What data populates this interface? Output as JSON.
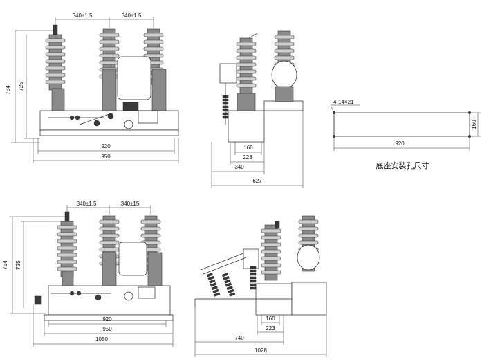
{
  "caption": "底座安装孔尺寸",
  "views": {
    "front_top": {
      "pitch_1": "340±1.5",
      "pitch_2": "340±1.5",
      "height_outer": "754",
      "height_inner": "725",
      "width_inner": "920",
      "width_outer": "950"
    },
    "side_top": {
      "w_160": "160",
      "w_223": "223",
      "w_340": "340",
      "w_627": "627"
    },
    "base_plan": {
      "holes": "4-14×21",
      "height": "160",
      "width": "920"
    },
    "front_bottom": {
      "pitch_1": "340±1.5",
      "pitch_2": "340±15",
      "height_outer": "754",
      "height_inner": "725",
      "width_920": "920",
      "width_950": "950",
      "width_1050": "1050"
    },
    "side_bottom": {
      "w_160": "160",
      "w_223": "223",
      "w_740": "740",
      "w_1028": "1028"
    }
  }
}
